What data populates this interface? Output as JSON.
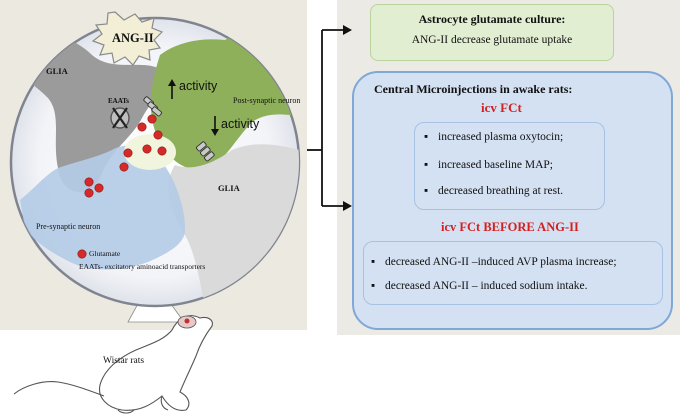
{
  "left_panel": {
    "hormone_badge": "ANG-II",
    "glia_top_label": "GLIA",
    "glia_bottom_label": "GLIA",
    "eaat_label": "EAATs",
    "activity_up_label": "activity",
    "activity_down_label": "activity",
    "post_synaptic_label": "Post-synaptic neuron",
    "pre_synaptic_label": "Pre-synaptic neuron",
    "legend_glutamate": "Glutamate",
    "legend_eaats": "EAATs- excitatory aminoacid transporters",
    "rat_label": "Wistar rats"
  },
  "right_panel": {
    "culture_title": "Astrocyte glutamate culture:",
    "culture_result": "ANG-II decrease glutamate uptake",
    "micro_title": "Central  Microinjections in awake rats:",
    "group1_title": "icv FCt",
    "group1_items": [
      "increased plasma oxytocin;",
      "increased baseline MAP;",
      "decreased breathing at rest."
    ],
    "group2_title": "icv FCt BEFORE ANG-II",
    "group2_items": [
      "decreased ANG-II –induced AVP plasma increase;",
      "decreased ANG-II – induced sodium intake."
    ]
  },
  "colors": {
    "title_red": "#d42020",
    "glutamate_red": "#d42a2a",
    "glia_gray": "#9a9a9a",
    "post_green": "#8fb05a",
    "pre_blue": "#b4cbe6",
    "culture_box": "#e2eed2",
    "micro_box": "#d4e1f2"
  }
}
